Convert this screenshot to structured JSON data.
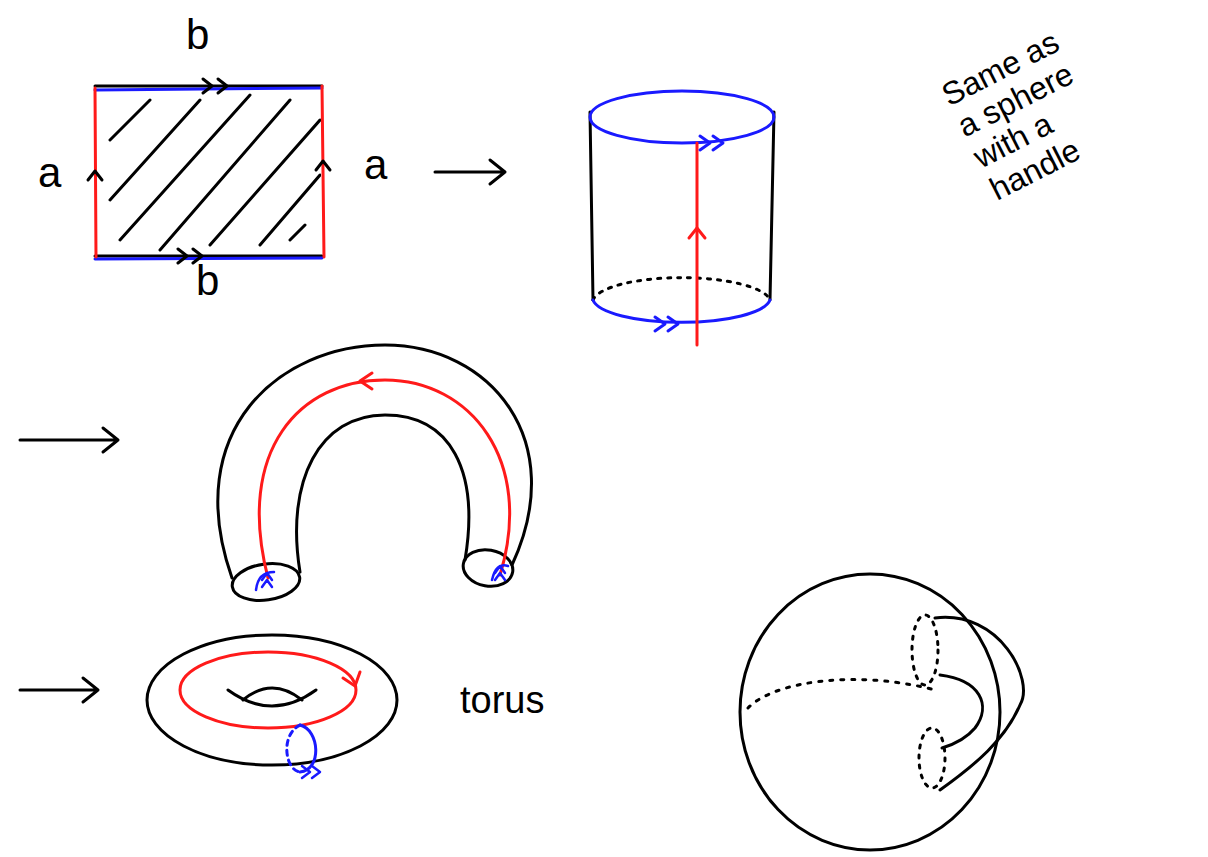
{
  "diagram": {
    "labels": [
      "b",
      "a",
      "a",
      "b",
      "torus",
      "Same as a sphere with a handle"
    ]
  }
}
